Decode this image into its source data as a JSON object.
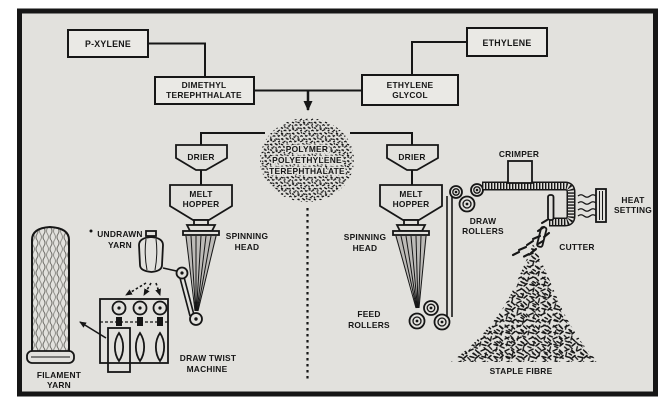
{
  "colors": {
    "page": "#ffffff",
    "paper": "#e2e1dd",
    "box_fill": "#eae9e5",
    "ink": "#161616",
    "shade": "#9c9b97"
  },
  "flowchart": {
    "p_xylene": "P-XYLENE",
    "ethylene": "ETHYLENE",
    "dimethyl_terephthalate": [
      "DIMETHYL",
      "TEREPHTHALATE"
    ],
    "ethylene_glycol": [
      "ETHYLENE",
      "GLYCOL"
    ],
    "polymer": [
      "POLYMER",
      "POLYETHYLENE",
      "TEREPHTHALATE"
    ]
  },
  "filament_line": {
    "drier": "DRIER",
    "melt_hopper": [
      "MELT",
      "HOPPER"
    ],
    "spinning_head": [
      "SPINNING",
      "HEAD"
    ],
    "undrawn_yarn": [
      "UNDRAWN",
      "YARN"
    ],
    "draw_twist_machine": [
      "DRAW TWIST",
      "MACHINE"
    ],
    "filament_yarn": [
      "FILAMENT",
      "YARN"
    ]
  },
  "staple_line": {
    "drier": "DRIER",
    "melt_hopper": [
      "MELT",
      "HOPPER"
    ],
    "spinning_head": [
      "SPINNING",
      "HEAD"
    ],
    "feed_rollers": [
      "FEED",
      "ROLLERS"
    ],
    "draw_rollers": [
      "DRAW",
      "ROLLERS"
    ],
    "crimper": "CRIMPER",
    "heat_setting": [
      "HEAT",
      "SETTING"
    ],
    "cutter": "CUTTER",
    "staple_fibre": "STAPLE FIBRE"
  }
}
